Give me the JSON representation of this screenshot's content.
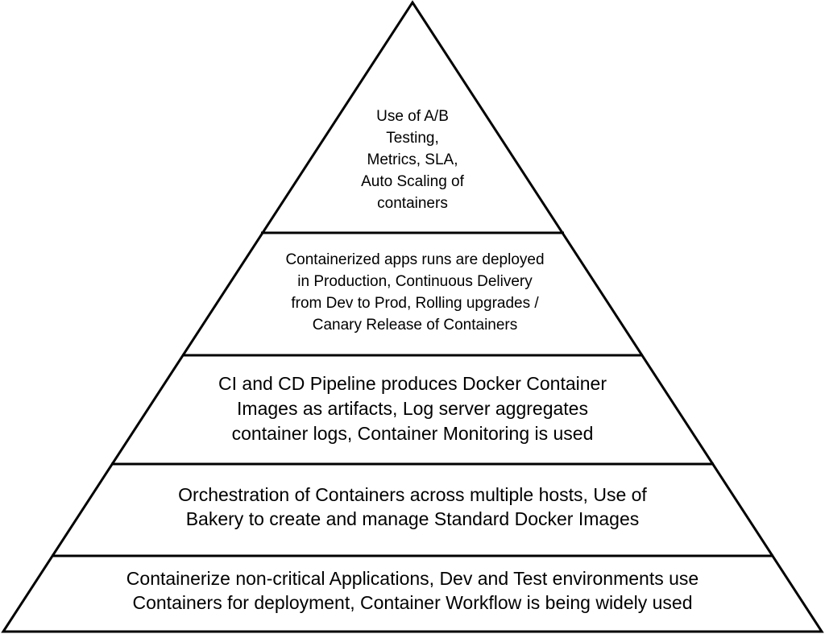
{
  "colors": {
    "stroke": "#000000",
    "fill": "#ffffff",
    "text": "#000000"
  },
  "pyramid": {
    "tiers": [
      {
        "level": 5,
        "lines": [
          "Use of A/B",
          "Testing,",
          "Metrics, SLA,",
          "Auto Scaling of",
          "containers"
        ]
      },
      {
        "level": 4,
        "lines": [
          "Containerized apps runs are deployed",
          "in Production, Continuous Delivery",
          "from Dev to Prod, Rolling upgrades /",
          "Canary Release of Containers"
        ]
      },
      {
        "level": 3,
        "lines": [
          "CI and CD Pipeline produces Docker Container",
          "Images as artifacts, Log server aggregates",
          "container logs, Container Monitoring is used"
        ]
      },
      {
        "level": 2,
        "lines": [
          "Orchestration of Containers across multiple hosts, Use of",
          "Bakery to create and manage Standard Docker Images"
        ]
      },
      {
        "level": 1,
        "lines": [
          "Containerize non-critical Applications, Dev and Test environments use",
          "Containers for deployment, Container Workflow is being widely used"
        ]
      }
    ]
  }
}
